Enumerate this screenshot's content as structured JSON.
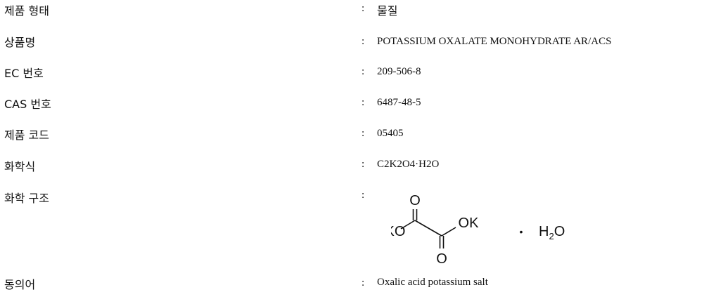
{
  "rows": [
    {
      "label": "제품 형태",
      "value": "물질"
    },
    {
      "label": "상품명",
      "value": "POTASSIUM OXALATE MONOHYDRATE AR/ACS"
    },
    {
      "label": "EC 번호",
      "value": "209-506-8"
    },
    {
      "label": "CAS 번호",
      "value": "6487-48-5"
    },
    {
      "label": "제품 코드",
      "value": "05405"
    },
    {
      "label": "화학식",
      "value": "C2K2O4·H2O"
    },
    {
      "label": "화학 구조",
      "value": ""
    },
    {
      "label": "동의어",
      "value": "Oxalic acid potassium salt"
    }
  ],
  "colon": ":",
  "structure": {
    "oxygen_top": "O",
    "oxygen_bottom": "O",
    "ko_left": "KO",
    "ok_right": "OK",
    "dot": "•",
    "water_h": "H",
    "water_sub": "2",
    "water_o": "O"
  }
}
